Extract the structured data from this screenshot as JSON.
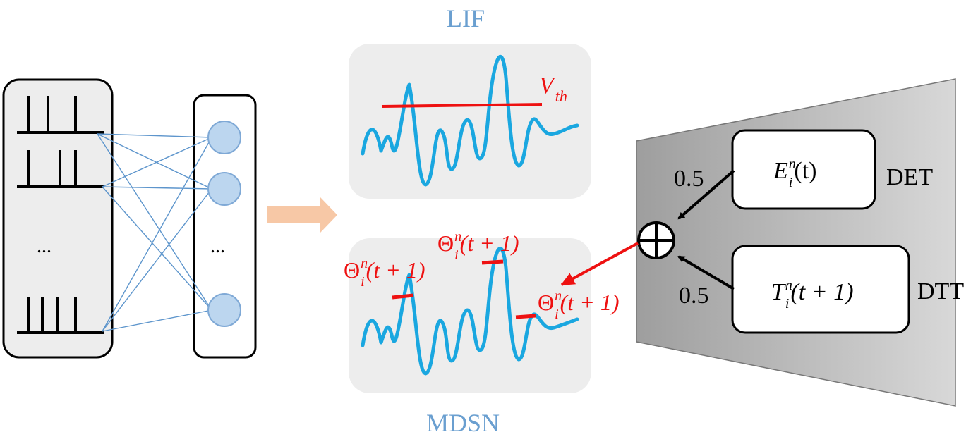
{
  "left_panel": {
    "input_ellipsis": "...",
    "neuron_ellipsis": "..."
  },
  "lif": {
    "title": "LIF",
    "threshold_label": {
      "base": "V",
      "sub": "th"
    }
  },
  "mdsn": {
    "title": "MDSN",
    "threshold_labels": [
      {
        "base": "Θ",
        "sub": "i",
        "sup": "n",
        "arg": "(t + 1)"
      },
      {
        "base": "Θ",
        "sub": "i",
        "sup": "n",
        "arg": "(t + 1)"
      },
      {
        "base": "Θ",
        "sub": "i",
        "sup": "n",
        "arg": "(t + 1)"
      }
    ]
  },
  "fusion": {
    "det_box": {
      "base": "E",
      "sub": "i",
      "sup": "n",
      "arg": "(t)"
    },
    "dtt_box": {
      "base": "T",
      "sub": "i",
      "sup": "n",
      "arg": "(t + 1)"
    },
    "det_label": "DET",
    "dtt_label": "DTT",
    "det_weight": "0.5",
    "dtt_weight": "0.5",
    "operator": "⊕"
  },
  "colors": {
    "spike_wave": "#1aa7e0",
    "threshold": "#ee1111",
    "title_blue": "#6a9fd0",
    "neuron_fill": "#bcd6ef",
    "neuron_stroke": "#7fa9d6",
    "connection": "#5d95cc",
    "arrow": "#f7c8a6",
    "panel_gray": "#ededed",
    "trapezoid": "#c6c6c6"
  }
}
